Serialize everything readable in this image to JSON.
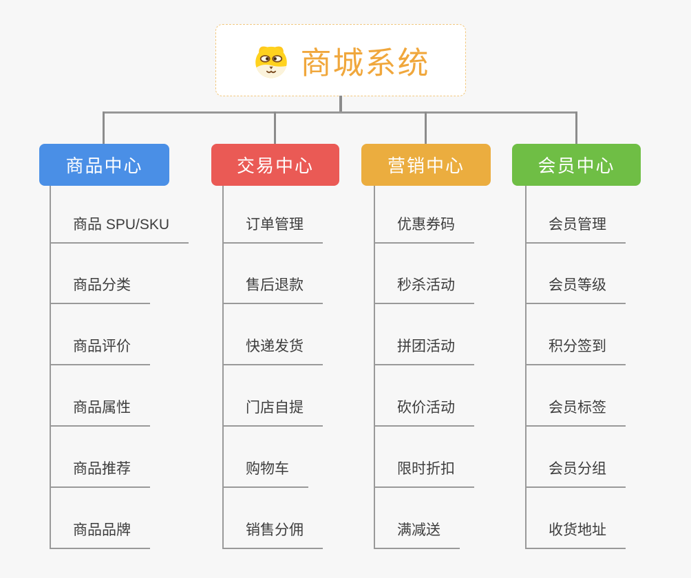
{
  "root": {
    "title": "商城系统",
    "icon": "dog-face-icon",
    "title_color": "#f0a73c",
    "border_color": "#f2c87e"
  },
  "branches": [
    {
      "label": "商品中心",
      "color": "#4a8fe6",
      "children": [
        "商品 SPU/SKU",
        "商品分类",
        "商品评价",
        "商品属性",
        "商品推荐",
        "商品品牌"
      ]
    },
    {
      "label": "交易中心",
      "color": "#ea5a55",
      "children": [
        "订单管理",
        "售后退款",
        "快递发货",
        "门店自提",
        "购物车",
        "销售分佣"
      ]
    },
    {
      "label": "营销中心",
      "color": "#ebad3f",
      "children": [
        "优惠券码",
        "秒杀活动",
        "拼团活动",
        "砍价活动",
        "限时折扣",
        "满减送"
      ]
    },
    {
      "label": "会员中心",
      "color": "#6fbe45",
      "children": [
        "会员管理",
        "会员等级",
        "积分签到",
        "会员标签",
        "会员分组",
        "收货地址"
      ]
    }
  ],
  "colors": {
    "background": "#f7f7f7",
    "connector_dark": "#8c8c8c",
    "connector_light": "#999999",
    "leaf_text": "#3d3d3d"
  }
}
